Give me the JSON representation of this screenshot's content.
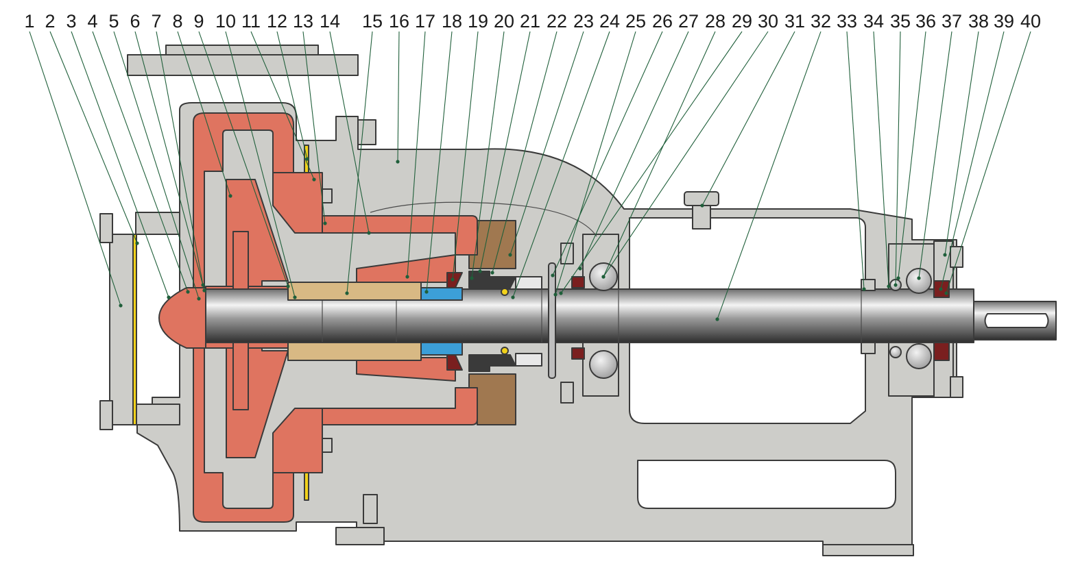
{
  "labels": [
    "1",
    "2",
    "3",
    "4",
    "5",
    "6",
    "7",
    "8",
    "9",
    "10",
    "11",
    "12",
    "13",
    "14",
    "15",
    "16",
    "17",
    "18",
    "19",
    "20",
    "21",
    "22",
    "23",
    "24",
    "25",
    "26",
    "27",
    "28",
    "29",
    "30",
    "31",
    "32",
    "33",
    "34",
    "35",
    "36",
    "37",
    "38",
    "39",
    "40"
  ],
  "colors": {
    "casing": "#cdcdc9",
    "wet_parts": "#df7460",
    "sleeve": "#d8b984",
    "blue_ring": "#3c9fd8",
    "seal_brown": "#a07850",
    "seal_dark": "#7a1f1f",
    "seal_black": "#3a3a3a",
    "ring_yellow": "#f2d21a",
    "outline": "#3a3a3a",
    "leader": "#1f5f3a"
  }
}
